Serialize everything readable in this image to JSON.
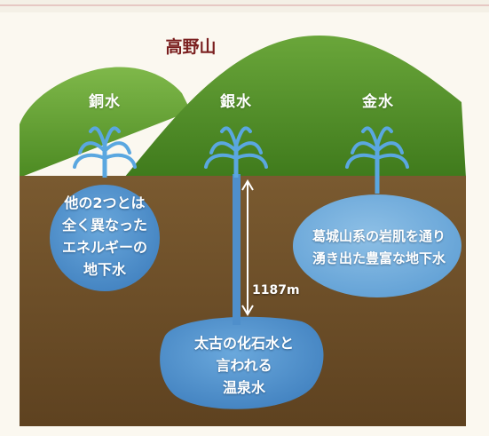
{
  "diagram": {
    "mountain_label": "高野山",
    "springs": [
      {
        "name": "銅水",
        "description_lines": [
          "他の2つとは",
          "全く異なった",
          "エネルギーの",
          "地下水"
        ]
      },
      {
        "name": "銀水",
        "description_lines": [
          "太古の化石水と",
          "言われる",
          "温泉水"
        ]
      },
      {
        "name": "金水",
        "description_lines": [
          "葛城山系の岩肌を通り",
          "湧き出た豊富な地下水"
        ]
      }
    ],
    "depth_label": "1187m",
    "colors": {
      "mountain_green": "#5c9a2c",
      "soil_brown": "#6e4f27",
      "water_blue": "#4f8fcb",
      "title_red": "#7a1f1f"
    }
  }
}
